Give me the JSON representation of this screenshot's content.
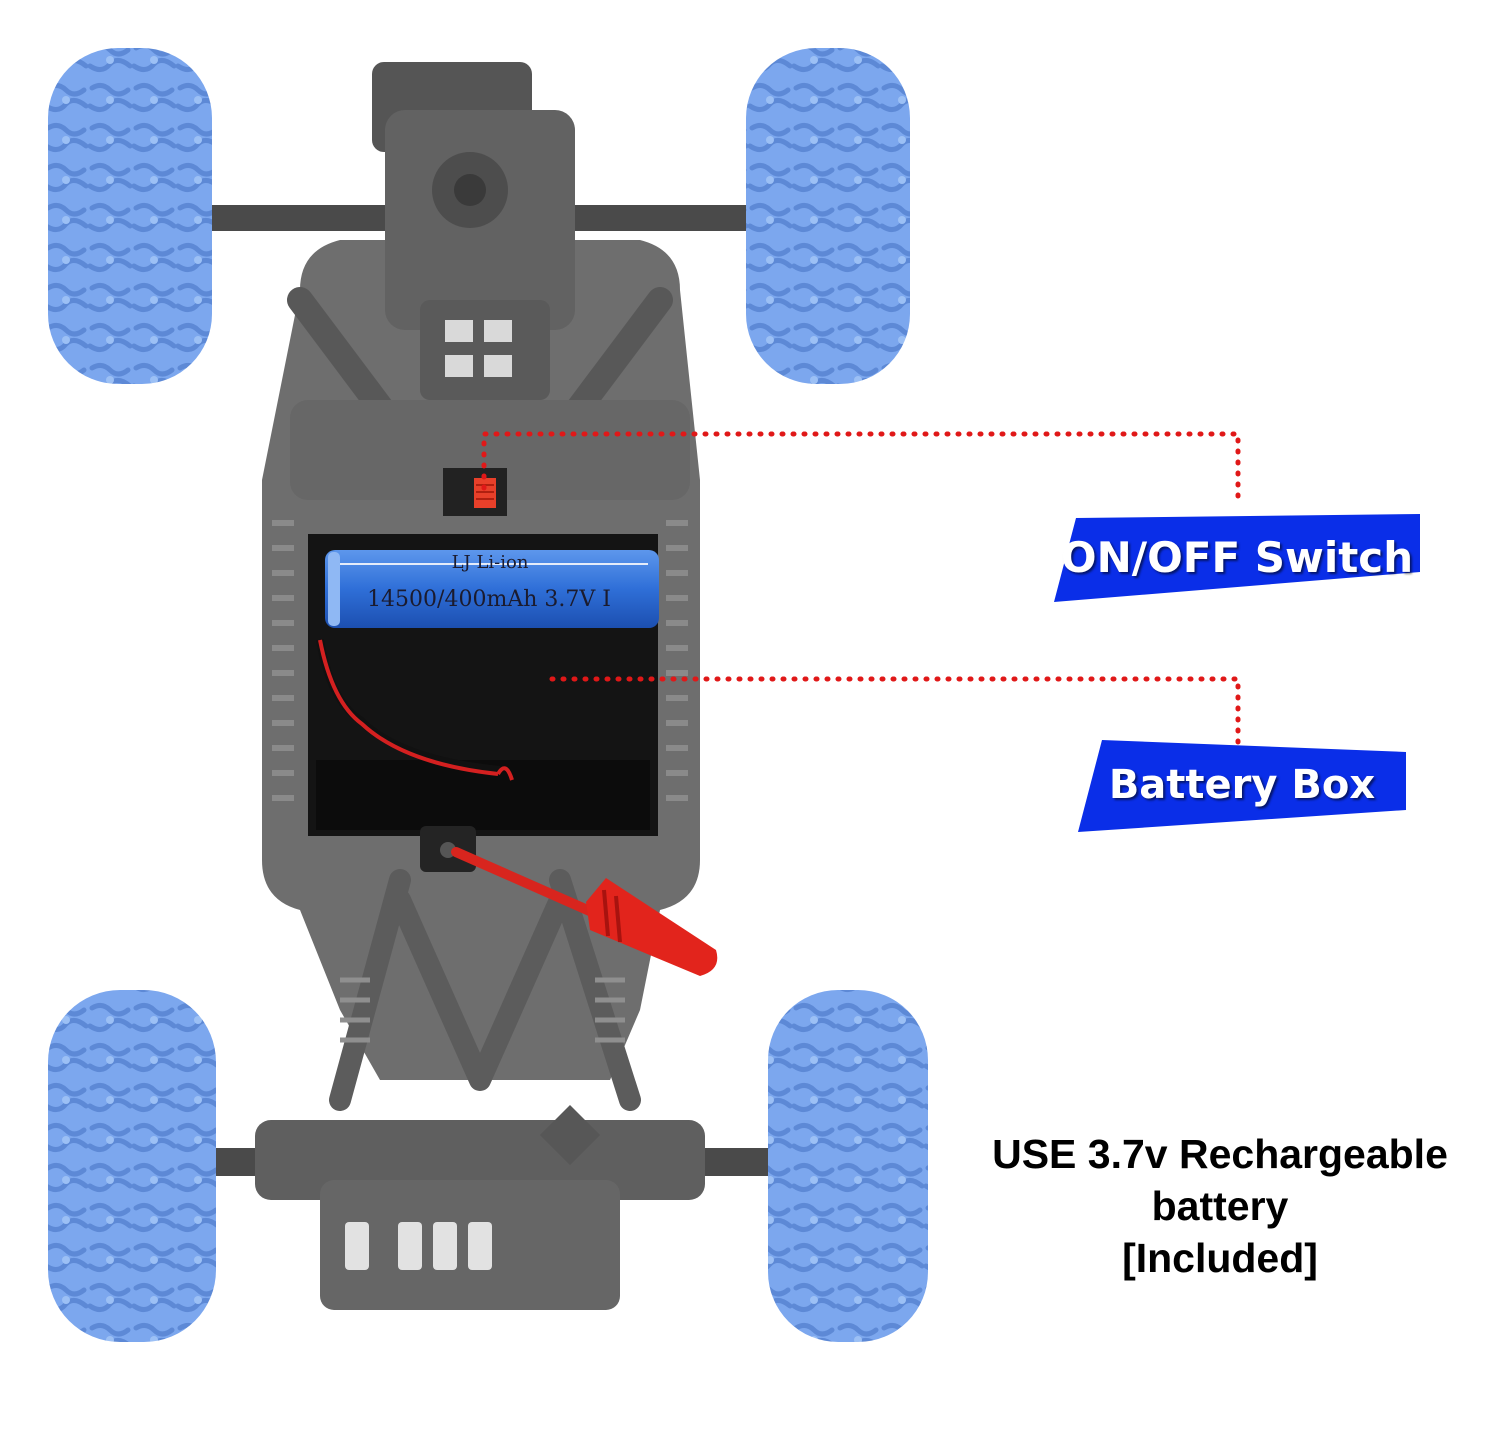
{
  "colors": {
    "banner_blue": "#0a2ee8",
    "tire_blue": "#7aa5ee",
    "chassis_gray": "#6f6f6f",
    "leader_red": "#e01818",
    "battery_blue": "#2f6fd8"
  },
  "battery_cell": {
    "line1": "LJ Li-ion",
    "line2": "14500/400mAh 3.7V I"
  },
  "labels": {
    "switch": "ON/OFF Switch",
    "battery_box": "Battery Box"
  },
  "note": {
    "line1": "USE 3.7v Rechargeable",
    "line2": "battery",
    "line3": "[Included]"
  },
  "icons": [
    "screwdriver-icon",
    "tire-icon"
  ]
}
